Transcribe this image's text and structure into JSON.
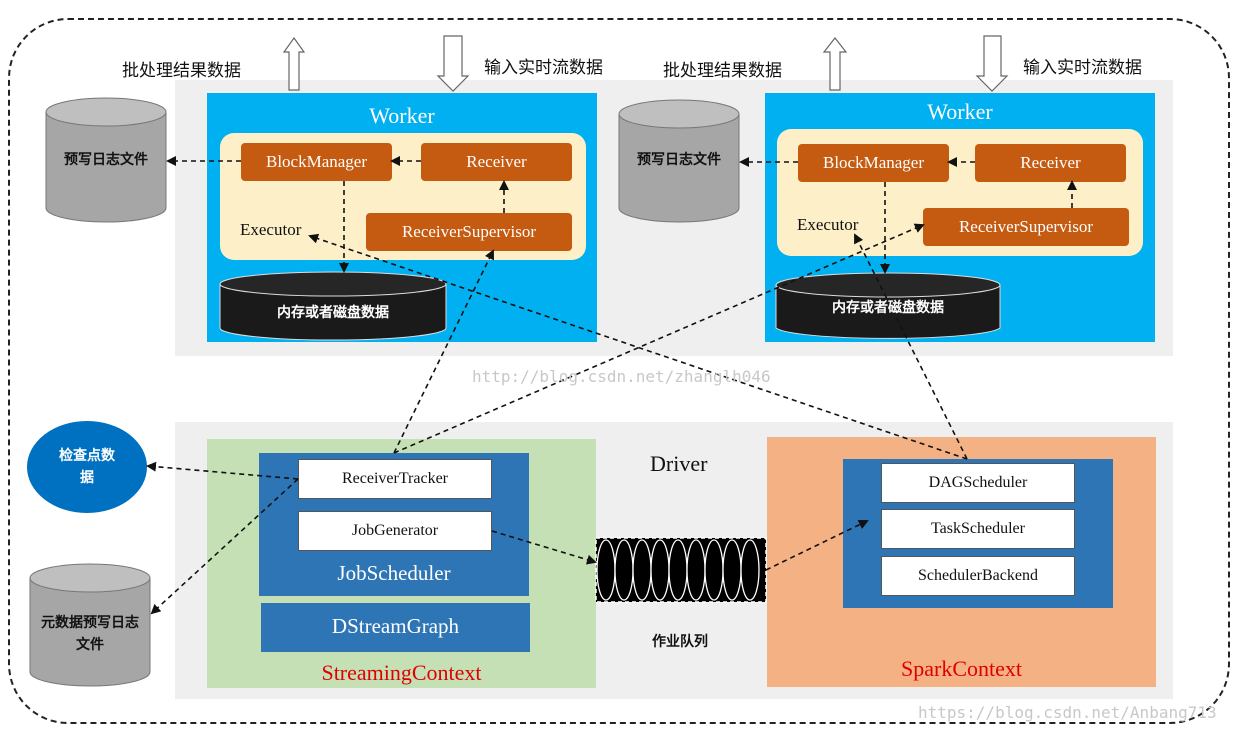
{
  "top_labels": {
    "batch_result_left": "批处理结果数据",
    "realtime_input_left": "输入实时流数据",
    "batch_result_right": "批处理结果数据",
    "realtime_input_right": "输入实时流数据"
  },
  "workers": [
    {
      "title": "Worker",
      "block_manager": "BlockManager",
      "receiver": "Receiver",
      "executor": "Executor",
      "receiver_supervisor": "ReceiverSupervisor",
      "memory_disk": "内存或者磁盘数据",
      "wal": "预写日志文件"
    },
    {
      "title": "Worker",
      "block_manager": "BlockManager",
      "receiver": "Receiver",
      "executor": "Executor",
      "receiver_supervisor": "ReceiverSupervisor",
      "memory_disk": "内存或者磁盘数据",
      "wal": "预写日志文件"
    }
  ],
  "driver": {
    "title": "Driver",
    "checkpoint": "检查点数据",
    "metadata_wal": "元数据预写日志文件",
    "streaming_context": {
      "label": "StreamingContext",
      "receiver_tracker": "ReceiverTracker",
      "job_generator": "JobGenerator",
      "job_scheduler": "JobScheduler",
      "dstream_graph": "DStreamGraph"
    },
    "job_queue": "作业队列",
    "spark_context": {
      "label": "SparkContext",
      "dag_scheduler": "DAGScheduler",
      "task_scheduler": "TaskScheduler",
      "scheduler_backend": "SchedulerBackend"
    }
  },
  "watermarks": {
    "center": "http://blog.csdn.net/zhanglh046",
    "bottom_right": "https://blog.csdn.net/Anbang713"
  },
  "colors": {
    "worker_bg": "#00b0f0",
    "executor_bg": "#fdf0c8",
    "component_orange": "#c55a11",
    "streaming_green": "#c5e0b4",
    "spark_peach": "#f4b183",
    "scheduler_blue": "#2e75b6",
    "storage_gray": "#a6a6a6",
    "memory_black": "#1a1a1a",
    "checkpoint_blue": "#0070c0",
    "context_label_red": "#e00000"
  }
}
